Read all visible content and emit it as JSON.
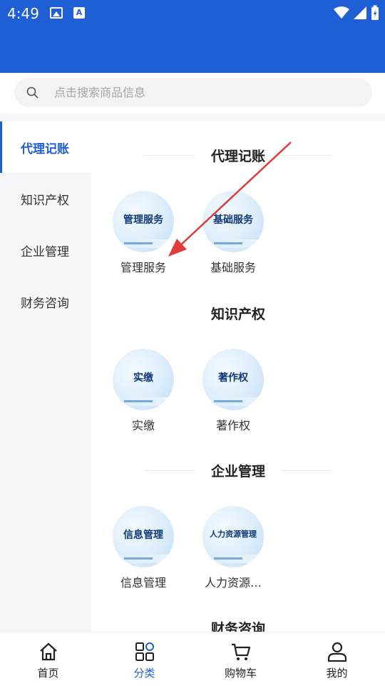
{
  "status_bar": {
    "time": "4:49",
    "a_badge": "A"
  },
  "search": {
    "placeholder": "点击搜索商品信息"
  },
  "sidebar": {
    "items": [
      {
        "label": "代理记账",
        "active": true
      },
      {
        "label": "知识产权",
        "active": false
      },
      {
        "label": "企业管理",
        "active": false
      },
      {
        "label": "财务咨询",
        "active": false
      }
    ]
  },
  "sections": [
    {
      "title": "代理记账",
      "items": [
        {
          "label": "管理服务",
          "thumb": "管理服务"
        },
        {
          "label": "基础服务",
          "thumb": "基础服务"
        }
      ]
    },
    {
      "title": "知识产权",
      "items": [
        {
          "label": "实缴",
          "thumb": "实缴"
        },
        {
          "label": "著作权",
          "thumb": "著作权"
        }
      ]
    },
    {
      "title": "企业管理",
      "items": [
        {
          "label": "信息管理",
          "thumb": "信息管理"
        },
        {
          "label": "人力资源…",
          "thumb": "人力资源管理"
        }
      ]
    },
    {
      "title": "财务咨询",
      "items": []
    }
  ],
  "bottom_nav": {
    "items": [
      {
        "label": "首页",
        "icon": "home-icon",
        "active": false
      },
      {
        "label": "分类",
        "icon": "category-icon",
        "active": true
      },
      {
        "label": "购物车",
        "icon": "cart-icon",
        "active": false
      },
      {
        "label": "我的",
        "icon": "user-icon",
        "active": false
      }
    ]
  },
  "colors": {
    "primary": "#1f5fd6",
    "annotation": "#e03c3c",
    "sidebar_bg": "#f6f6f8"
  }
}
